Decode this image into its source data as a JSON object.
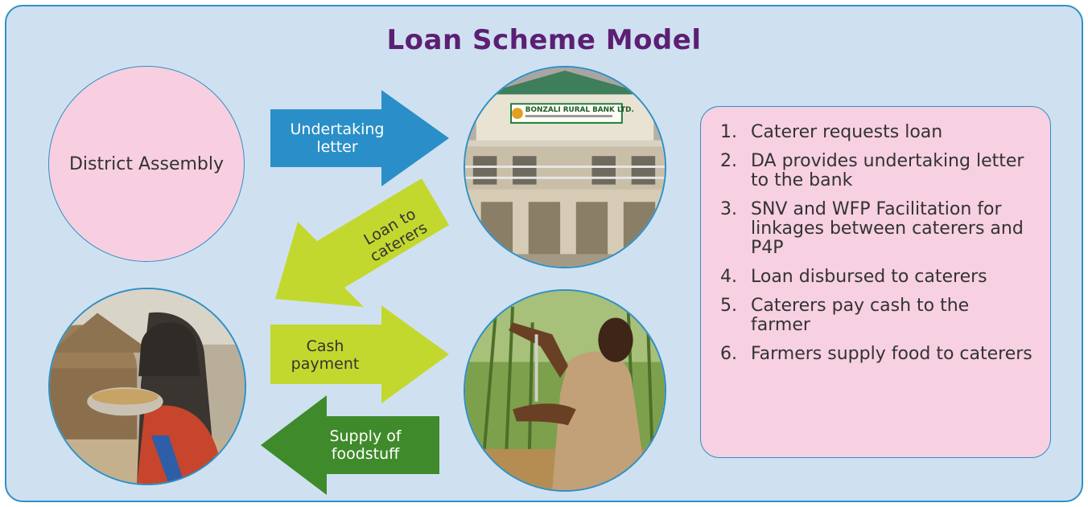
{
  "title": "Loan Scheme Model",
  "colors": {
    "title": "#5c1f74",
    "panel_bg": "#cfe1f0",
    "border": "#2f8fc6",
    "pink": "#f7cfe0",
    "arrow_blue": "#2a8fc8",
    "arrow_lime": "#c2d82e",
    "arrow_green": "#3f8a2a"
  },
  "nodes": {
    "district_assembly": "District Assembly",
    "bank_sign": "BONZALI RURAL BANK LTD."
  },
  "arrows": {
    "undertaking": [
      "Undertaking",
      "letter"
    ],
    "loan": [
      "Loan to",
      "caterers"
    ],
    "cash": [
      "Cash",
      "payment"
    ],
    "supply": [
      "Supply of",
      "foodstuff"
    ]
  },
  "steps": [
    {
      "num": "1.",
      "text": "Caterer requests loan"
    },
    {
      "num": "2.",
      "text": "DA provides undertaking letter to the bank"
    },
    {
      "num": "3.",
      "text": "SNV and WFP Facilitation for linkages between caterers and P4P"
    },
    {
      "num": "4.",
      "text": "Loan disbursed to caterers"
    },
    {
      "num": "5.",
      "text": "Caterers pay cash to the farmer"
    },
    {
      "num": "6.",
      "text": "Farmers supply food to caterers"
    }
  ]
}
